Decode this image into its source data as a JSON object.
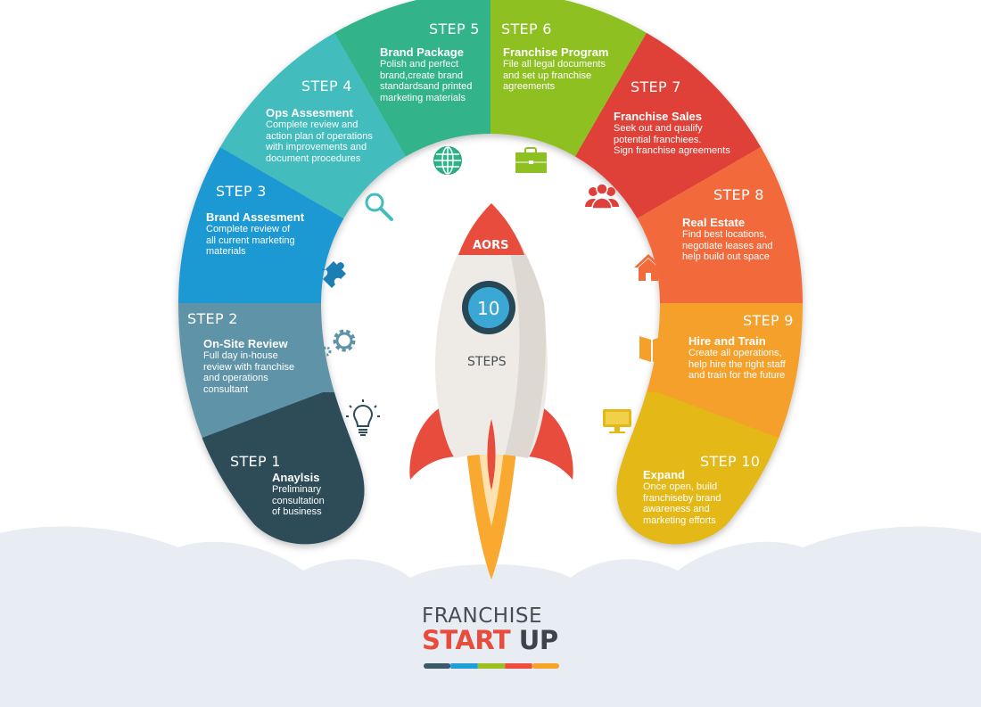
{
  "rocket": {
    "nose_label": "AORS",
    "badge_number": "10",
    "badge_caption": "STEPS"
  },
  "logo": {
    "line1": "FRANCHISE",
    "line2_a": "START",
    "line2_b": "UP",
    "bar_colors": [
      "#3b5a68",
      "#1f9fd8",
      "#9cc11f",
      "#ef4e3f",
      "#f7a325"
    ]
  },
  "steps": [
    {
      "label": "STEP 1",
      "title": "Anaylsis",
      "desc": "Preliminary\nconsultation\nof business",
      "color": "#2d4b59",
      "icon": "lightbulb-icon"
    },
    {
      "label": "STEP 2",
      "title": "On-Site Review",
      "desc": "Full day in-house\nreview with franchise\nand operations\nconsultant",
      "color": "#5e93a8",
      "icon": "gears-icon"
    },
    {
      "label": "STEP 3",
      "title": "Brand Assesment",
      "desc": "Complete review of\nall current marketing\nmaterials",
      "color": "#1b98d3",
      "icon": "puzzle-icon"
    },
    {
      "label": "STEP 4",
      "title": "Ops Assesment",
      "desc": "Complete review and\naction plan of operations\nwith improvements and\ndocument procedures",
      "color": "#42bcbd",
      "icon": "magnifier-icon"
    },
    {
      "label": "STEP 5",
      "title": "Brand Package",
      "desc": "Polish and perfect\nbrand,create brand\nstandardsand printed\nmarketing materials",
      "color": "#31b389",
      "icon": "globe-icon"
    },
    {
      "label": "STEP 6",
      "title": "Franchise Program",
      "desc": "File all legal documents\nand set up franchise\nagreements",
      "color": "#8fc021",
      "icon": "briefcase-icon"
    },
    {
      "label": "STEP 7",
      "title": "Franchise Sales",
      "desc": "Seek out and qualify\npotential franchiees.\nSign franchise agreements",
      "color": "#df3f38",
      "icon": "people-icon"
    },
    {
      "label": "STEP 8",
      "title": "Real Estate",
      "desc": "Find best locations,\nnegotiate leases and\nhelp build out space",
      "color": "#f26b3b",
      "icon": "house-icon"
    },
    {
      "label": "STEP 9",
      "title": "Hire and Train",
      "desc": "Create all operations,\nhelp hire the right staff\nand train for the future",
      "color": "#f4a02a",
      "icon": "book-icon"
    },
    {
      "label": "STEP 10",
      "title": "Expand",
      "desc": "Once open, build\nfranchiseby brand\nawareness and\nmarketing efforts",
      "color": "#e4b816",
      "icon": "monitor-icon"
    }
  ]
}
